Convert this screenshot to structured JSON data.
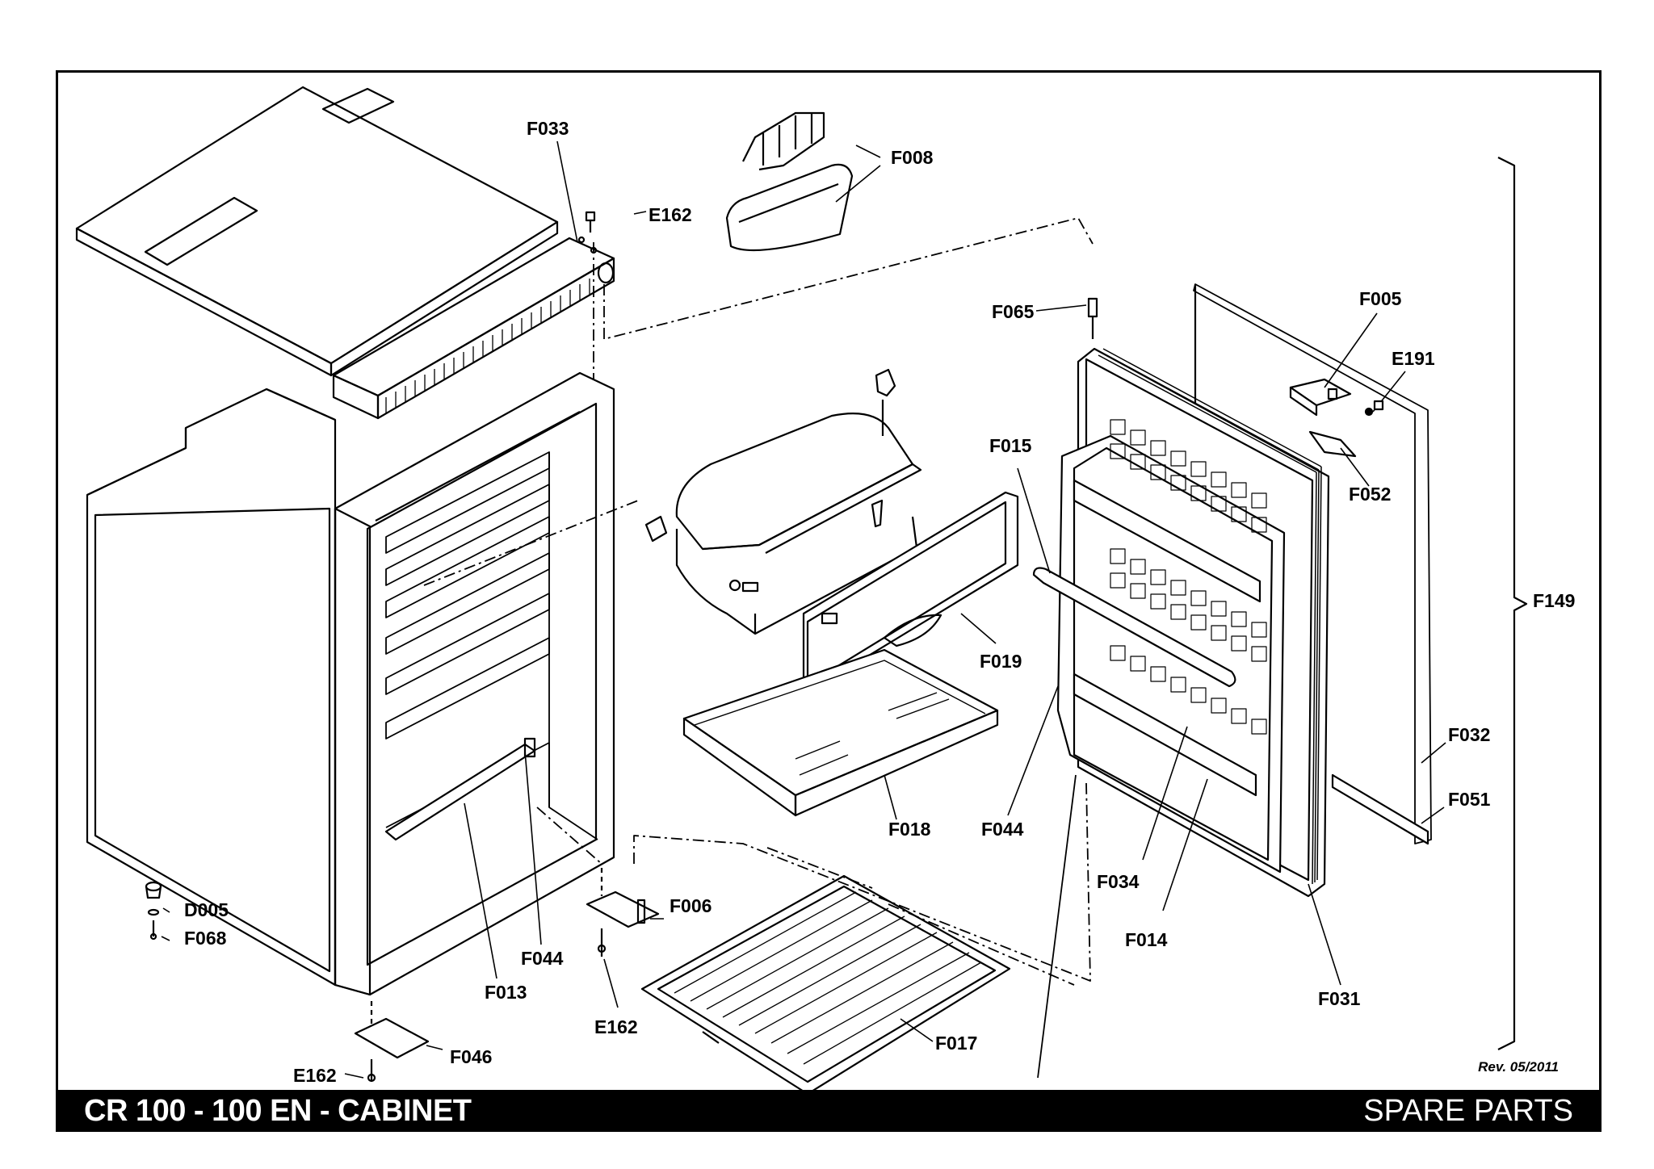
{
  "title": "CR 100 - 100 EN - CABINET",
  "section": "SPARE PARTS",
  "revision": "Rev. 05/2011",
  "parts": [
    {
      "code": "F033"
    },
    {
      "code": "E162"
    },
    {
      "code": "F008"
    },
    {
      "code": "F065"
    },
    {
      "code": "F005"
    },
    {
      "code": "E191"
    },
    {
      "code": "F015"
    },
    {
      "code": "F052"
    },
    {
      "code": "F149"
    },
    {
      "code": "F019"
    },
    {
      "code": "F032"
    },
    {
      "code": "F051"
    },
    {
      "code": "F018"
    },
    {
      "code": "F044"
    },
    {
      "code": "F034"
    },
    {
      "code": "F014"
    },
    {
      "code": "F006"
    },
    {
      "code": "D005"
    },
    {
      "code": "F068"
    },
    {
      "code": "F044"
    },
    {
      "code": "F013"
    },
    {
      "code": "E162"
    },
    {
      "code": "F031"
    },
    {
      "code": "F017"
    },
    {
      "code": "F046"
    },
    {
      "code": "E162"
    }
  ]
}
